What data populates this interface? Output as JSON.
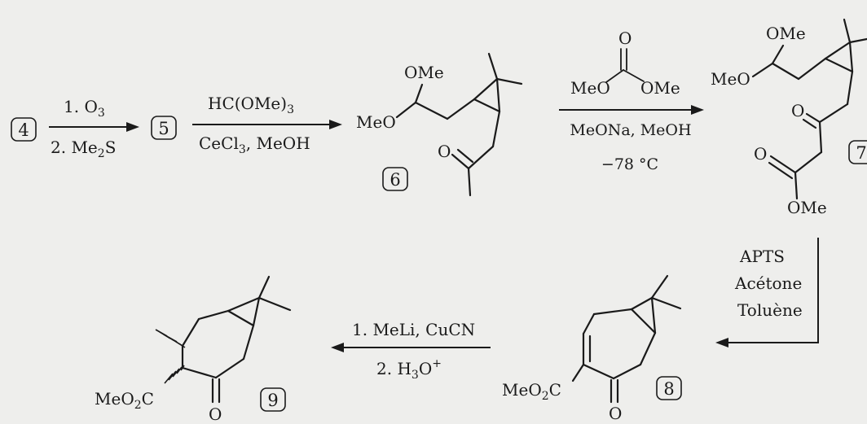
{
  "compounds": {
    "c4": "4",
    "c5": "5",
    "c6": "6",
    "c7": "7",
    "c8": "8",
    "c9": "9"
  },
  "arrows": {
    "a1": {
      "line1": "1. O",
      "line1_sub": "3",
      "line2": "2. Me",
      "line2_sub": "2",
      "line2_after": "S"
    },
    "a2": {
      "line1": "HC(OMe)",
      "line1_sub": "3",
      "line2": "CeCl",
      "line2_sub": "3",
      "line2_after": ", MeOH"
    },
    "a3": {
      "reagent_o": "O",
      "reagent_left": "MeO",
      "reagent_right": "OMe",
      "line2": "MeONa, MeOH",
      "line3": "−78 °C"
    },
    "a4": {
      "line1": "APTS",
      "line2": "Acétone",
      "line3": "Toluène"
    },
    "a5": {
      "line1": "1. MeLi, CuCN",
      "line2": "2. H",
      "line2_sub": "3",
      "line2_after": "O",
      "line2_sup": "+"
    }
  },
  "atoms": {
    "c6_ome_top": "OMe",
    "c6_meo_left": "MeO",
    "c6_ketone_o": "O",
    "c7_ome_top": "OMe",
    "c7_meo_left": "MeO",
    "c7_ketone_o": "O",
    "c7_ester_o": "O",
    "c7_ome_bottom": "OMe",
    "c8_ester_pre": "MeO",
    "c8_ester_sub": "2",
    "c8_ester_post": "C",
    "c8_ketone_o": "O",
    "c9_ester_pre": "MeO",
    "c9_ester_sub": "2",
    "c9_ester_post": "C",
    "c9_ketone_o": "O"
  }
}
